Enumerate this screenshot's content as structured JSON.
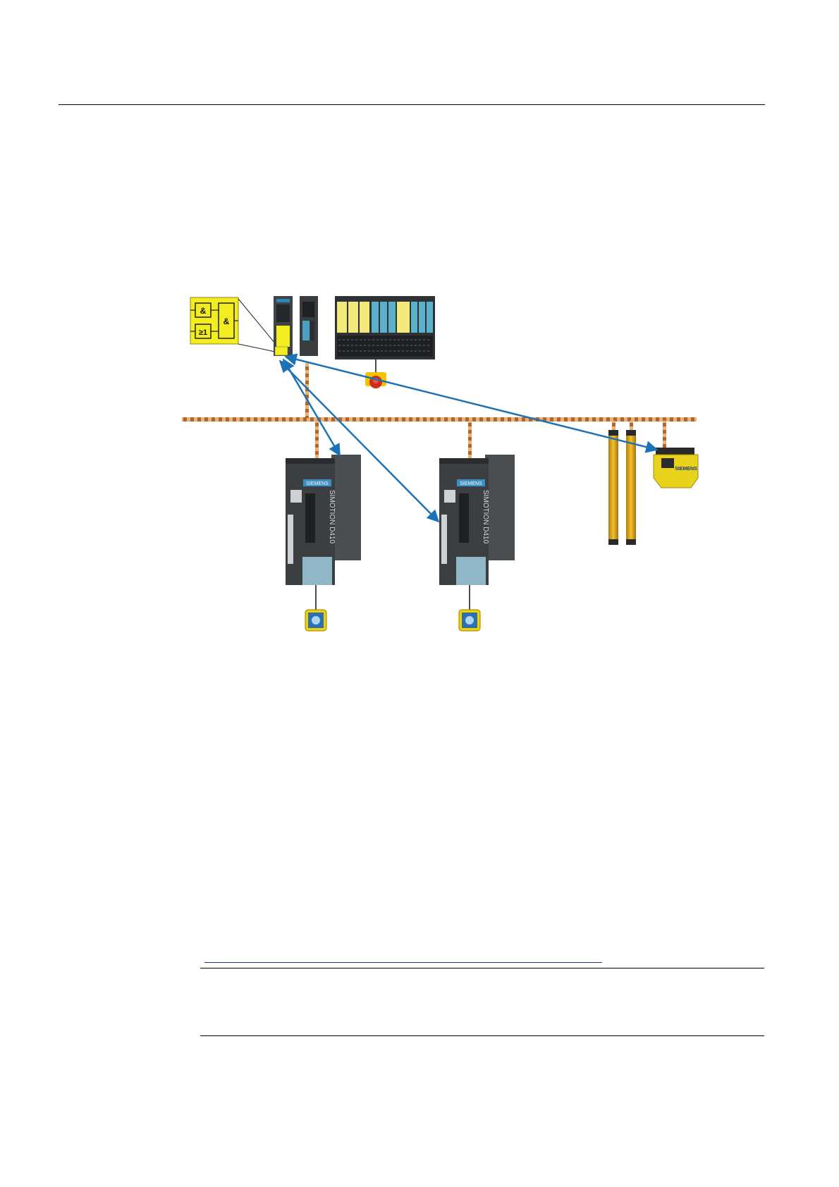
{
  "figure": {
    "logic_block": {
      "and_1": "&",
      "or_1": "≥1",
      "and_2": "&"
    },
    "drive_1": {
      "brand": "SIEMENS",
      "model": "SIMOTION D410"
    },
    "drive_2": {
      "brand": "SIEMENS",
      "model": "SIMOTION D410"
    },
    "scanner": {
      "brand": "SIEMENS"
    }
  },
  "colors": {
    "safety_yellow": "#f3ec1e",
    "connection_arrow": "#1a72b8",
    "bus_orange": "#d98a3a",
    "device_dark": "#3a3d40"
  }
}
